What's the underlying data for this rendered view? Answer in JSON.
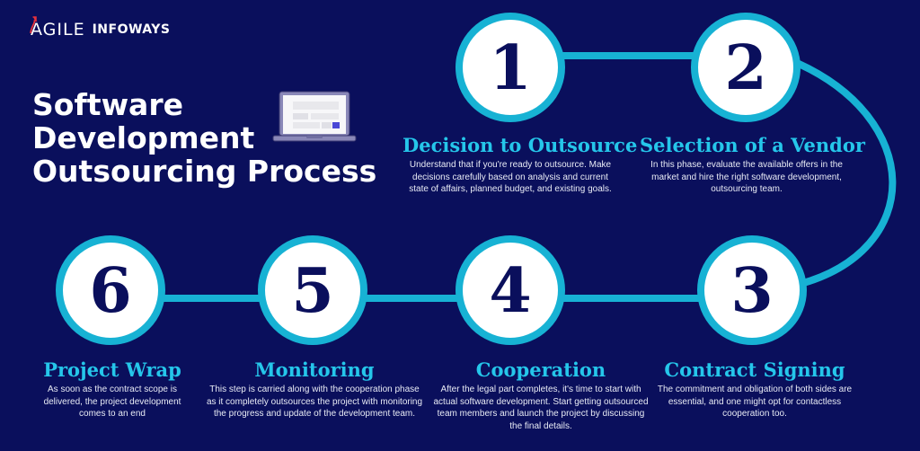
{
  "brand": {
    "logo_main": "AGILE",
    "logo_sub": "INFOWAYS",
    "logo_icon": "arrow-swoosh-icon"
  },
  "header": {
    "title_lines": [
      "Software",
      "Development",
      "Outsourcing Process"
    ],
    "illustration": "laptop-icon"
  },
  "colors": {
    "background": "#0a0f5c",
    "connector": "#17b2d4",
    "circle_fill": "#ffffff",
    "number": "#0a0f5c",
    "step_title": "#25c6ea",
    "body_text": "#e8ebf5",
    "logo_accent": "#e8323c"
  },
  "steps": [
    {
      "number": "1",
      "title": "Decision to Outsource",
      "description": "Understand that if you're ready to outsource. Make decisions carefully based on analysis and current state of affairs, planned budget, and existing goals."
    },
    {
      "number": "2",
      "title": "Selection of a Vendor",
      "description": "In this phase, evaluate the available offers in the market and hire the right software development, outsourcing team."
    },
    {
      "number": "3",
      "title": "Contract Signing",
      "description": "The commitment and obligation of both sides are essential, and one might opt for contactless cooperation too."
    },
    {
      "number": "4",
      "title": "Cooperation",
      "description": "After the legal part completes, it's time to start with actual software development. Start getting outsourced team members and launch the project by discussing the final details."
    },
    {
      "number": "5",
      "title": "Monitoring",
      "description": "This step is carried along with the cooperation phase as it completely outsources the project with monitoring the progress and update of the development team."
    },
    {
      "number": "6",
      "title": "Project Wrap",
      "description": "As soon as the contract scope is delivered, the project development comes to an end"
    }
  ]
}
